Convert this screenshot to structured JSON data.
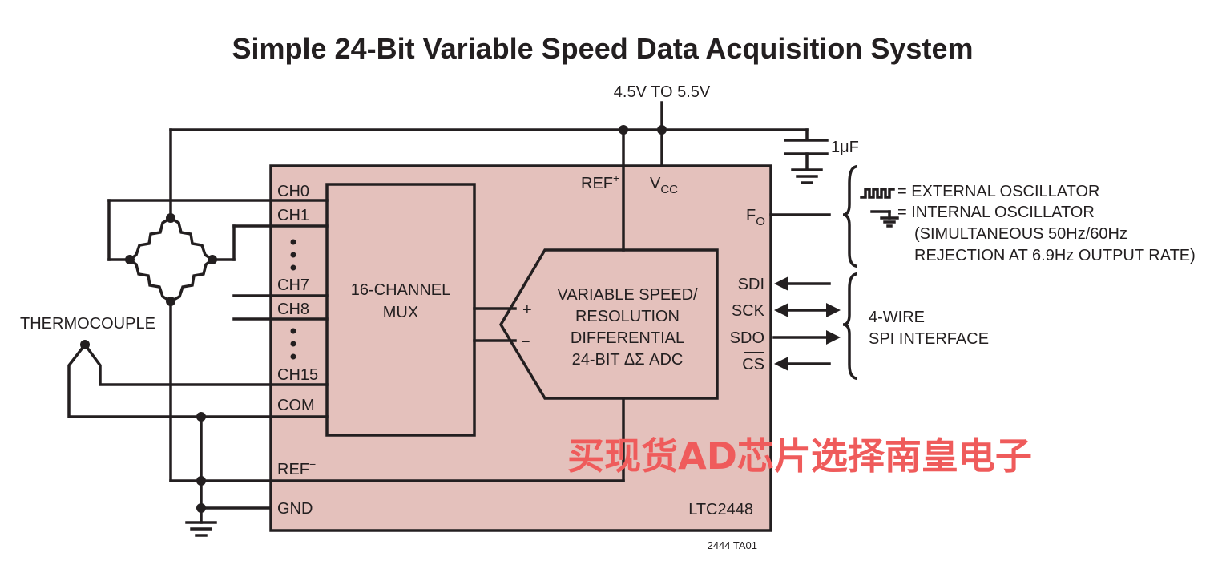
{
  "title": "Simple 24-Bit Variable Speed Data Acquisition System",
  "supply": "4.5V TO 5.5V",
  "cap": "1μF",
  "chip": {
    "part": "LTC2448",
    "pins_left": {
      "ch0": "CH0",
      "ch1": "CH1",
      "ch7": "CH7",
      "ch8": "CH8",
      "ch15": "CH15",
      "com": "COM",
      "refm": "REF",
      "gnd": "GND"
    },
    "pins_top": {
      "refp": "REF",
      "vcc_v": "V",
      "vcc_sub": "CC"
    },
    "pins_right": {
      "fo": "F",
      "fo_sub": "O",
      "sdi": "SDI",
      "sck": "SCK",
      "sdo": "SDO",
      "cs": "CS"
    },
    "plus_sign": "+",
    "minus_sign": "−"
  },
  "mux": {
    "line1": "16-CHANNEL",
    "line2": "MUX"
  },
  "adc": {
    "line1": "VARIABLE SPEED/",
    "line2": "RESOLUTION",
    "line3": "DIFFERENTIAL",
    "line4": "24-BIT ΔΣ ADC",
    "plus": "+",
    "minus": "−"
  },
  "thermocouple": "THERMOCOUPLE",
  "oscillator": {
    "ext": "= EXTERNAL OSCILLATOR",
    "int": "= INTERNAL OSCILLATOR",
    "note1": "(SIMULTANEOUS 50Hz/60Hz",
    "note2": "REJECTION AT 6.9Hz OUTPUT RATE)"
  },
  "spi": {
    "line1": "4-WIRE",
    "line2": "SPI INTERFACE"
  },
  "figure_id": "2444 TA01",
  "watermark": "买现货AD芯片选择南皇电子",
  "colors": {
    "chip_fill": "#e4c1bc",
    "ink": "#231f20",
    "watermark": "#ef5b5b"
  }
}
